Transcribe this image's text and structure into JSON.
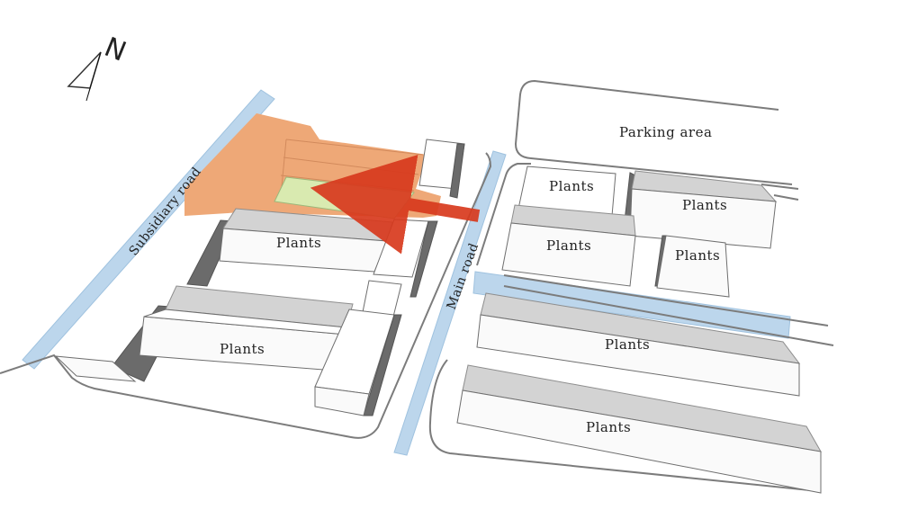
{
  "north": {
    "label": "N"
  },
  "roads": {
    "subsidiary": "Subsidiary road",
    "main": "Main road"
  },
  "areas": {
    "parking": "Parking  area"
  },
  "plants": [
    {
      "label": "Plants"
    },
    {
      "label": "Plants"
    },
    {
      "label": "Plants"
    },
    {
      "label": "Plants"
    },
    {
      "label": "Plants"
    },
    {
      "label": "Plants"
    },
    {
      "label": "Plants"
    },
    {
      "label": "Plants"
    }
  ],
  "colors": {
    "site_highlight": "#eea877",
    "green_zone": "#d9eab0",
    "arrow": "#d83a1e",
    "road": "#bcd6ec"
  }
}
